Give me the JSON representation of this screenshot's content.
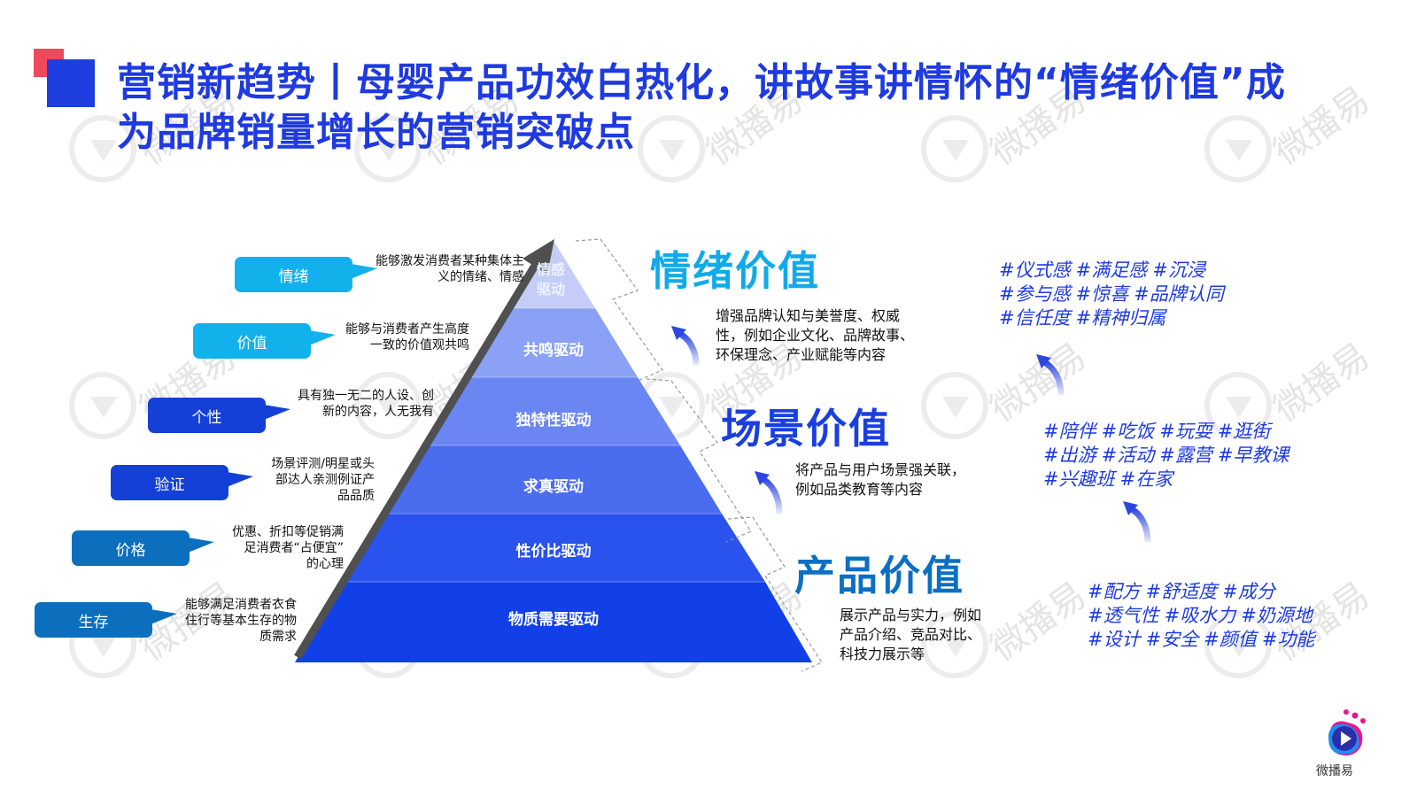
{
  "title": {
    "line1": "营销新趋势丨母婴产品功效白热化，讲故事讲情怀的“情绪价值”成",
    "line2": "为品牌销量增长的营销突破点",
    "color": "#1e3ae0",
    "deco_colors": [
      "#ef4a5b",
      "#1f3ee0"
    ]
  },
  "pyramid": {
    "tiers": [
      {
        "label": "情感驱动",
        "label_lines": [
          "情感",
          "驱动"
        ],
        "color": "#c3cdf8"
      },
      {
        "label": "共鸣驱动",
        "color": "#8aa1f5"
      },
      {
        "label": "独特性驱动",
        "color": "#6a86f2"
      },
      {
        "label": "求真驱动",
        "color": "#4a6cef"
      },
      {
        "label": "性价比驱动",
        "color": "#2a52ec"
      },
      {
        "label": "物质需要驱动",
        "color": "#1240e8"
      }
    ]
  },
  "callouts": [
    {
      "label": "情绪",
      "desc": [
        "能够激发消费者某种集体主",
        "义的情绪、情感"
      ],
      "color": "#13b1ec"
    },
    {
      "label": "价值",
      "desc": [
        "能够与消费者产生高度",
        "一致的价值观共鸣"
      ],
      "color": "#13b1ec"
    },
    {
      "label": "个性",
      "desc": [
        "具有独一无二的人设、创",
        "新的内容，人无我有"
      ],
      "color": "#1440d8"
    },
    {
      "label": "验证",
      "desc": [
        "场景评测/明星或头",
        "部达人亲测例证产",
        "品品质"
      ],
      "color": "#1440d8"
    },
    {
      "label": "价格",
      "desc": [
        "优惠、折扣等促销满",
        "足消费者“占便宜”",
        "的心理"
      ],
      "color": "#0b6fbd"
    },
    {
      "label": "生存",
      "desc": [
        "能够满足消费者衣食",
        "住行等基本生存的物",
        "质需求"
      ],
      "color": "#0b6fbd"
    }
  ],
  "values": [
    {
      "heading": "情绪价值",
      "color": "#10aaeb",
      "desc": [
        "增强品牌认知与美誉度、权威",
        "性，例如企业文化、品牌故事、",
        "环保理念、产业赋能等内容"
      ],
      "tags": [
        [
          "#仪式感",
          "#满足感",
          "#沉浸"
        ],
        [
          "#参与感",
          "#惊喜",
          "#品牌认同"
        ],
        [
          "#信任度",
          "#精神归属"
        ]
      ]
    },
    {
      "heading": "场景价值",
      "color": "#1a3fe0",
      "desc": [
        "将产品与用户场景强关联，",
        "例如品类教育等内容"
      ],
      "tags": [
        [
          "#陪伴",
          "#吃饭",
          "#玩耍",
          "#逛街"
        ],
        [
          "#出游",
          "#活动",
          "#露营",
          "#早教课"
        ],
        [
          "#兴趣班",
          "#在家"
        ]
      ]
    },
    {
      "heading": "产品价值",
      "color": "#0b6fc4",
      "desc": [
        "展示产品与实力，例如",
        "产品介绍、竞品对比、",
        "科技力展示等"
      ],
      "tags": [
        [
          "#配方",
          "#舒适度",
          "#成分"
        ],
        [
          "#透气性",
          "#吸水力",
          "#奶源地"
        ],
        [
          "#设计",
          "#安全",
          "#颜值",
          "#功能"
        ]
      ]
    }
  ],
  "watermark": {
    "text": "微播易"
  },
  "brand": {
    "name": "微播易"
  }
}
